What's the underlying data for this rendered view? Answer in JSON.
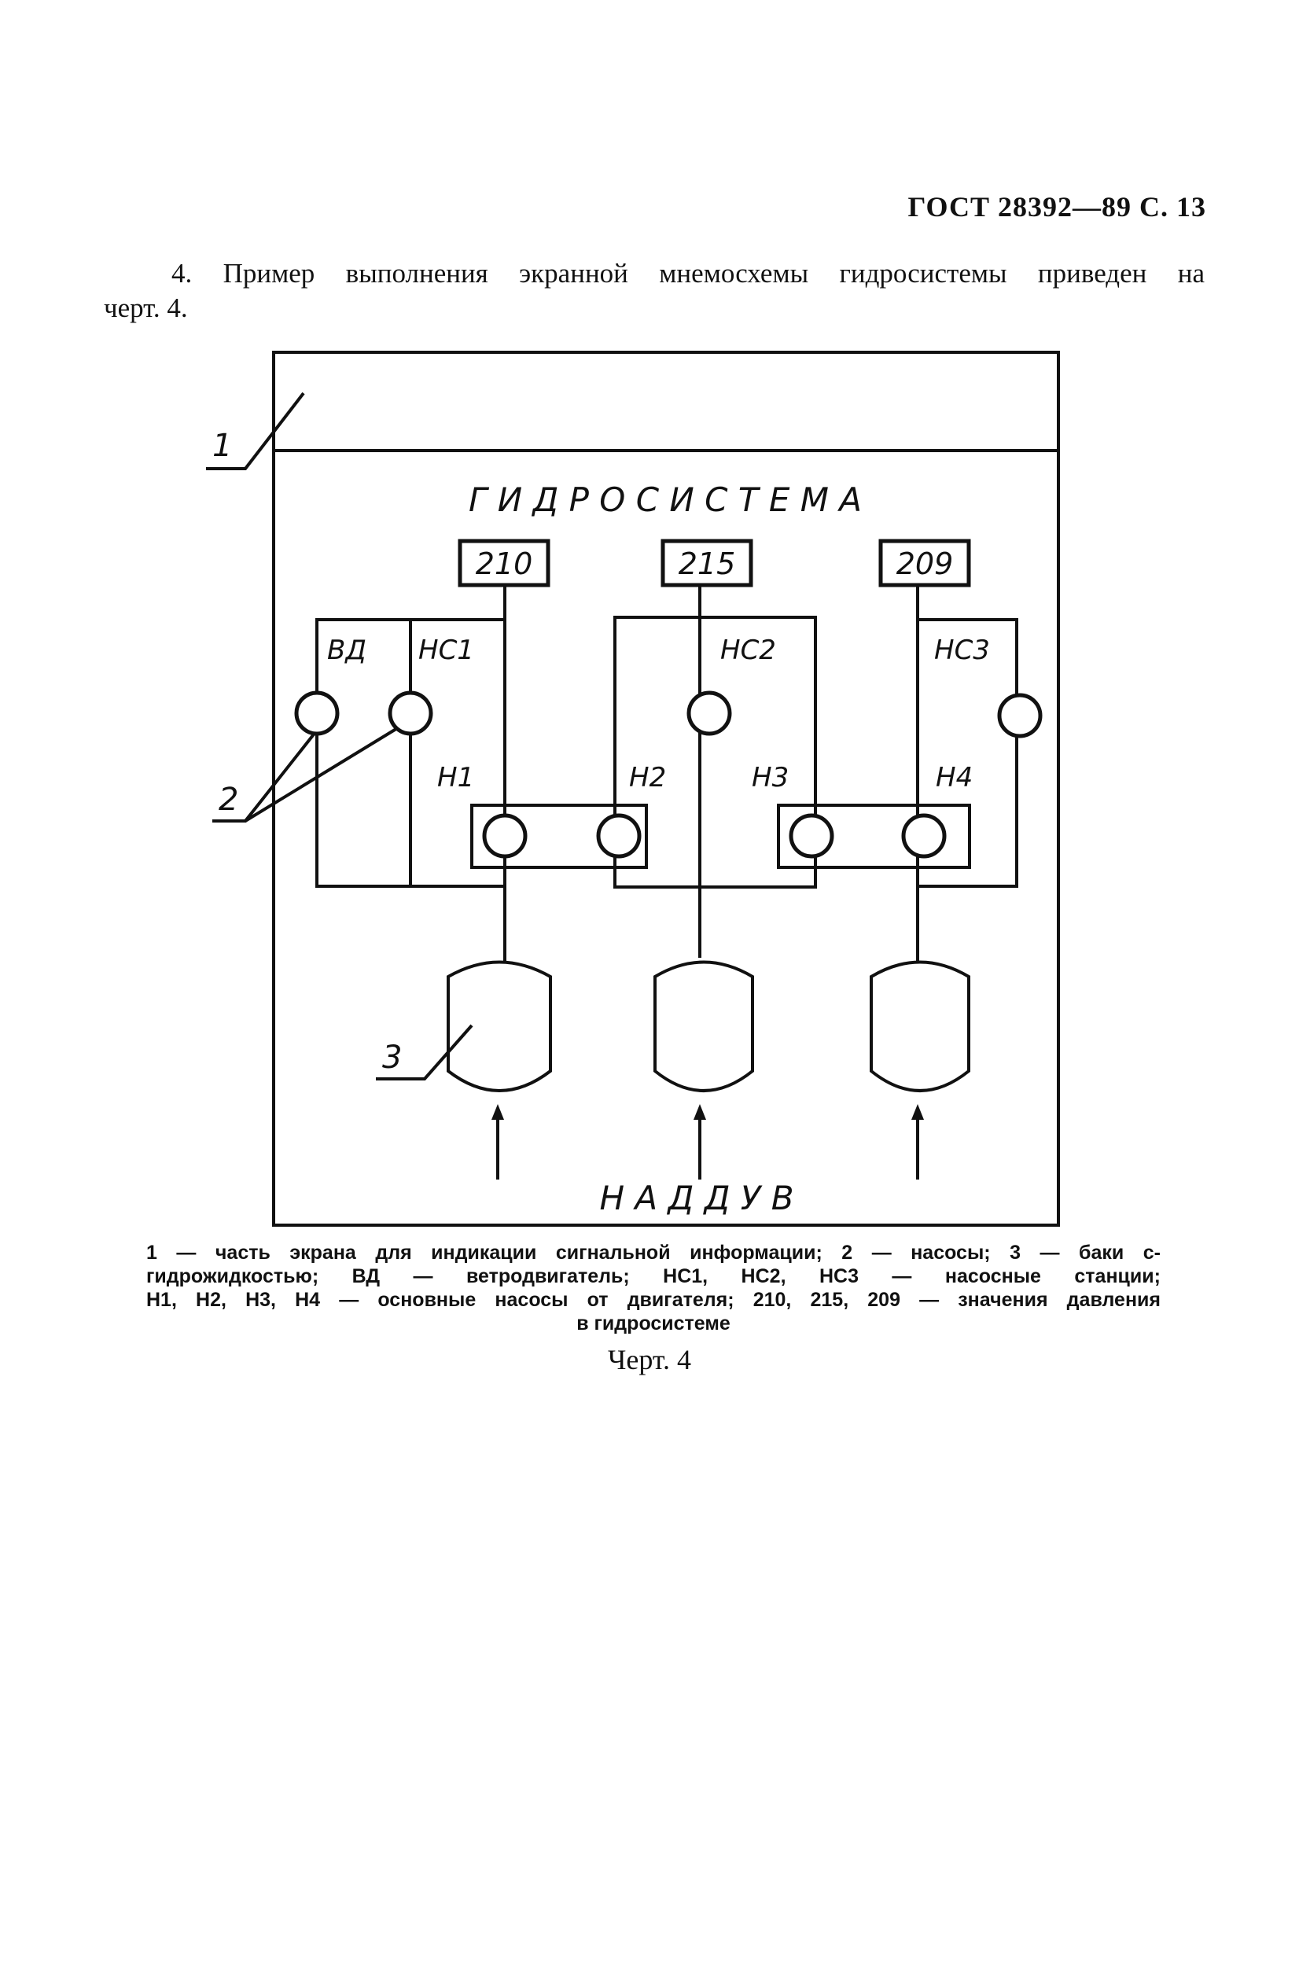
{
  "header": "ГОСТ 28392—89 С. 13",
  "paragraph": {
    "line1": "4. Пример выполнения экранной мнемосхемы гидросистемы приведен на",
    "line2": "черт. 4."
  },
  "figure": {
    "title": "Г И Д Р О С И С Т Е М А",
    "bottom_label": "Н А Д Д У В",
    "pressures": [
      "210",
      "215",
      "209"
    ],
    "stations": [
      "ВД",
      "НС1",
      "НС2",
      "НС3"
    ],
    "pumps": [
      "Н1",
      "Н2",
      "Н3",
      "Н4"
    ],
    "callouts": [
      "1",
      "2",
      "3"
    ]
  },
  "caption": {
    "line1": "1 — часть экрана для индикации сигнальной информации; 2 — насосы; 3 — баки с-",
    "line2": "гидрожидкостью; ВД — ветродвигатель; НС1, НС2, НС3 — насосные станции;",
    "line3": "Н1, Н2, Н3, Н4 — основные насосы от двигателя; 210, 215, 209 — значения давления",
    "line4": "в гидросистеме"
  },
  "figure_number": "Черт. 4"
}
